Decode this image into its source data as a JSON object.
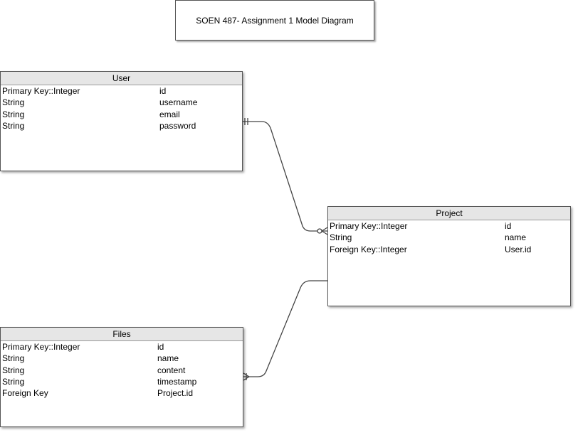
{
  "title": "SOEN 487- Assignment 1 Model Diagram",
  "entities": {
    "user": {
      "name": "User",
      "attributes": [
        {
          "type": "Primary Key::Integer",
          "name": "id"
        },
        {
          "type": "String",
          "name": "username"
        },
        {
          "type": "String",
          "name": "email"
        },
        {
          "type": "String",
          "name": "password"
        }
      ]
    },
    "project": {
      "name": "Project",
      "attributes": [
        {
          "type": "Primary Key::Integer",
          "name": "id"
        },
        {
          "type": "String",
          "name": "name"
        },
        {
          "type": "Foreign Key::Integer",
          "name": "User.id"
        }
      ]
    },
    "files": {
      "name": "Files",
      "attributes": [
        {
          "type": "Primary Key::Integer",
          "name": "id"
        },
        {
          "type": "String",
          "name": "name"
        },
        {
          "type": "String",
          "name": "content"
        },
        {
          "type": "String",
          "name": "timestamp"
        },
        {
          "type": "Foreign Key",
          "name": "Project.id"
        }
      ]
    }
  },
  "relationships": [
    {
      "from": "User",
      "to": "Project",
      "from_end": "one-and-only-one",
      "to_end": "zero-or-many"
    },
    {
      "from": "Project",
      "to": "Files",
      "from_end": "none",
      "to_end": "one-or-many"
    }
  ],
  "colors": {
    "header_bg": "#e6e6e6",
    "border": "#555555",
    "connector": "#444444"
  }
}
